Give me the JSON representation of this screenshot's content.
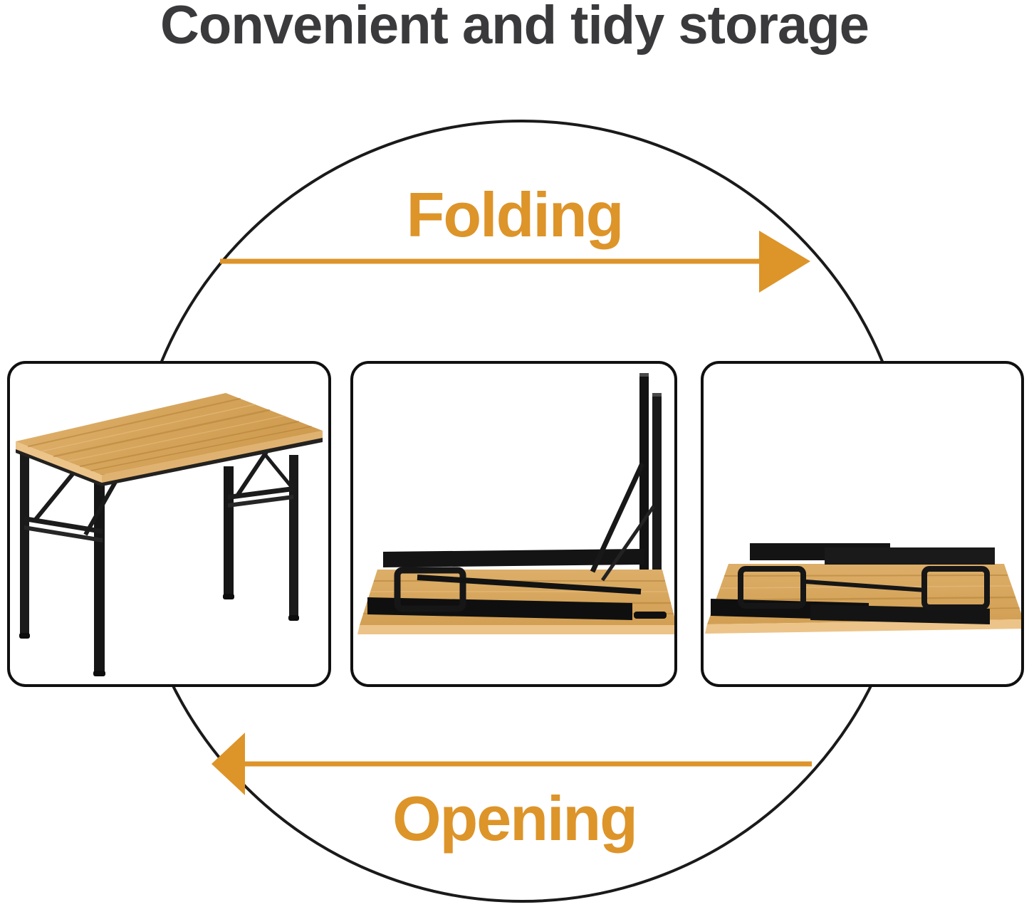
{
  "title": "Convenient and tidy storage",
  "cycle": {
    "folding_label": "Folding",
    "opening_label": "Opening"
  },
  "colors": {
    "accent_orange": "#DD9429",
    "title_gray": "#3A3A3C",
    "outline_black": "#161616",
    "wood_main": "#D8A75F",
    "wood_edge": "#EAC48B",
    "wood_dark_grain": "#AD7C34"
  },
  "panels": [
    {
      "id": "table-assembled"
    },
    {
      "id": "table-half-folded"
    },
    {
      "id": "table-folded-flat"
    }
  ]
}
